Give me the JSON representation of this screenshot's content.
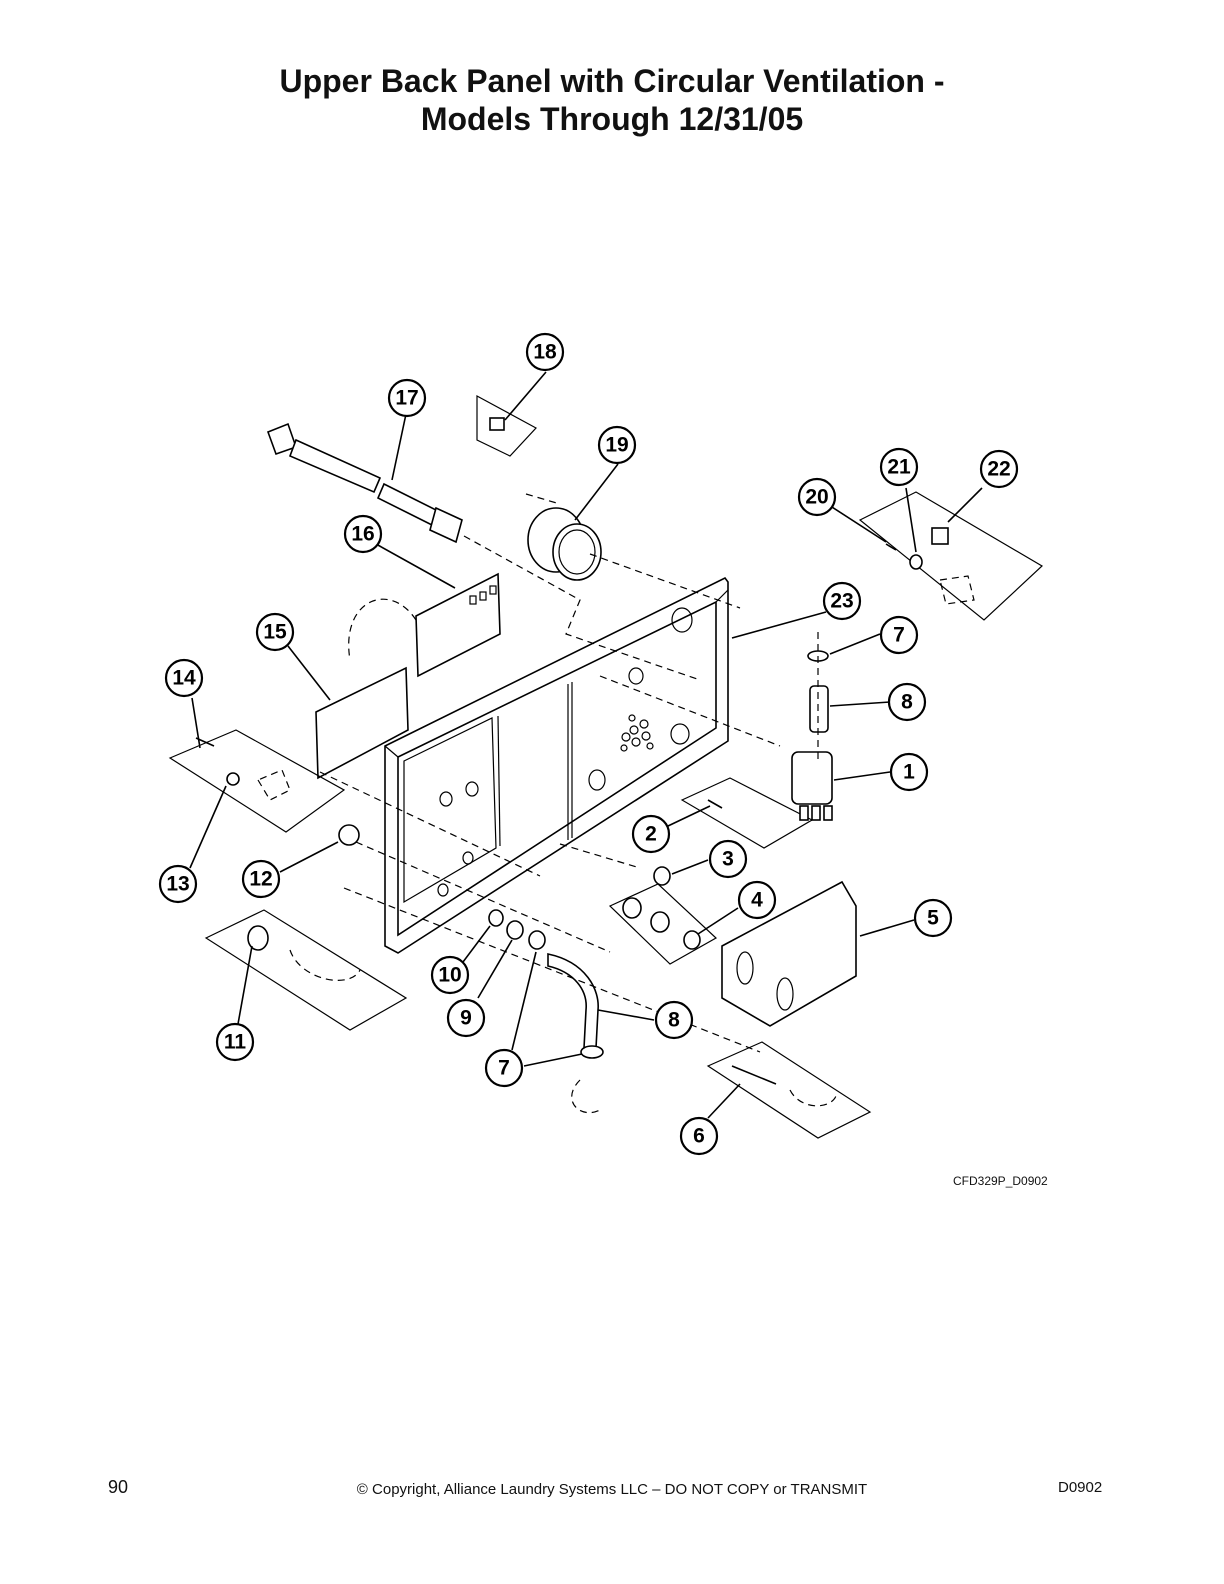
{
  "title": {
    "line1": "Upper Back Panel with Circular Ventilation -",
    "line2": "Models Through 12/31/05"
  },
  "drawing_id": "CFD329P_D0902",
  "footer": {
    "page_number": "90",
    "copyright": "© Copyright, Alliance Laundry Systems LLC – DO NOT COPY or TRANSMIT",
    "doc_code": "D0902"
  },
  "callouts": [
    "1",
    "2",
    "3",
    "4",
    "5",
    "6",
    "7",
    "8",
    "9",
    "10",
    "11",
    "12",
    "13",
    "14",
    "15",
    "16",
    "17",
    "18",
    "19",
    "20",
    "21",
    "22",
    "23",
    "7",
    "8"
  ]
}
